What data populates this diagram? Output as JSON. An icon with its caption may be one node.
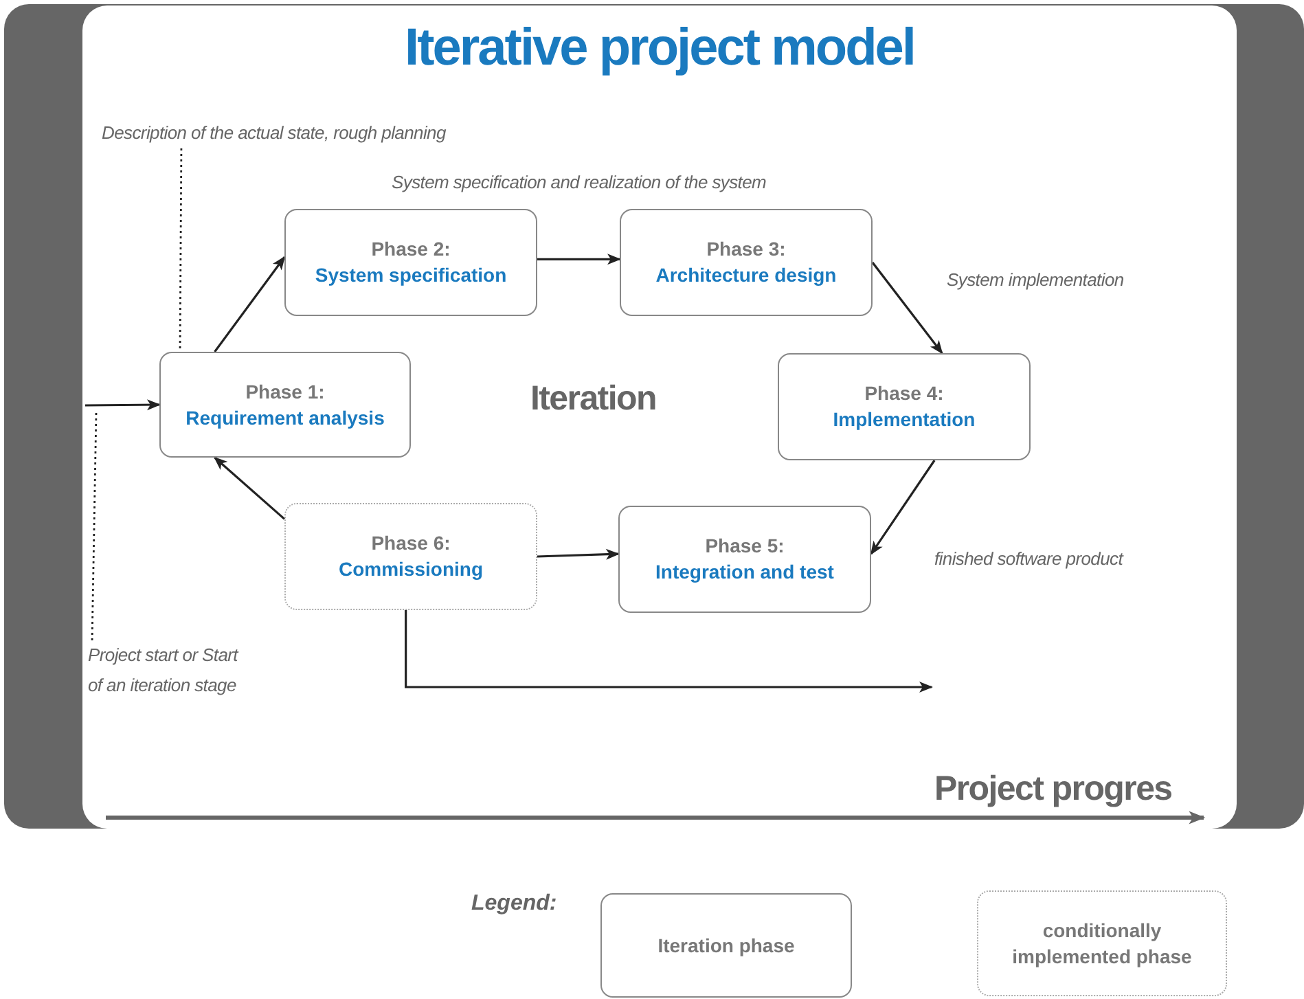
{
  "diagram": {
    "title": "Iterative project model",
    "nodes": [
      {
        "text": [
          "Description of the actual state, rough planning"
        ]
      },
      {
        "text": [
          "Phase 1:",
          "Requirement analysis"
        ]
      },
      {
        "text": [
          "Phase 2:",
          "System specification"
        ]
      },
      {
        "text": [
          "Phase 3:",
          "Architecture design"
        ]
      },
      {
        "text": [
          "Phase 4:",
          "Implementation"
        ]
      },
      {
        "text": [
          "Phase 5:",
          "Integration and test"
        ]
      },
      {
        "text": [
          "Phase 6:",
          "Commissioning"
        ]
      },
      {
        "text": [
          "Project start or Start of an iteration stage"
        ]
      }
    ],
    "edges": [
      {
        "from": null,
        "to": 1,
        "arrow": "to"
      },
      {
        "from": 1,
        "to": 2,
        "arrow": "to"
      },
      {
        "from": 2,
        "to": 3,
        "arrow": "to"
      },
      {
        "from": 3,
        "to": 4,
        "arrow": "to"
      },
      {
        "from": 4,
        "to": 5,
        "arrow": "to"
      },
      {
        "from": 6,
        "to": 5,
        "arrow": "to"
      },
      {
        "from": 6,
        "to": 1,
        "arrow": "to"
      },
      {
        "from": 6,
        "to": null,
        "arrow": "to"
      },
      {
        "from": 0,
        "to": 1,
        "arrow": "none",
        "style": "dashed"
      },
      {
        "from": 7,
        "to": null,
        "arrow": "none",
        "style": "dashed"
      }
    ],
    "labels": [
      "System specification and realization of the system",
      "System implementation",
      "finished software product",
      "Iteration",
      "Project progres",
      "Legend:"
    ],
    "legend": [
      {
        "text": "Iteration phase"
      },
      {
        "text": "conditionally implemented phase"
      }
    ]
  }
}
